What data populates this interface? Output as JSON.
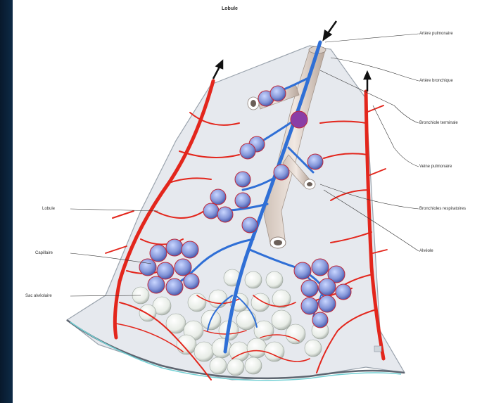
{
  "diagram": {
    "title": "Lobule",
    "labels_right": [
      {
        "id": "arteria-pulmonaire",
        "text": "Artère pulmonaire"
      },
      {
        "id": "arteria-bronchique",
        "text": "Artère bronchique"
      },
      {
        "id": "bronchiole-terminale",
        "text": "Bronchiole terminale"
      },
      {
        "id": "veine-pulmonaire",
        "text": "Veine pulmonaire"
      },
      {
        "id": "bronchioles-respiratoires",
        "text": "Bronchioles respiratoires"
      },
      {
        "id": "alveole",
        "text": "Alvéole"
      }
    ],
    "labels_left": [
      {
        "id": "lobule",
        "text": "Lobule"
      },
      {
        "id": "capillaire",
        "text": "Capillaire"
      },
      {
        "id": "sac-alveolaire",
        "text": "Sac alvéolaire"
      }
    ],
    "colors": {
      "artery_blue": "#2f6fd6",
      "vein_red": "#e3261c",
      "lobule_fill": "#e6e9ee",
      "alveoli": "#f3f5f2",
      "border": "#7d8793"
    }
  }
}
